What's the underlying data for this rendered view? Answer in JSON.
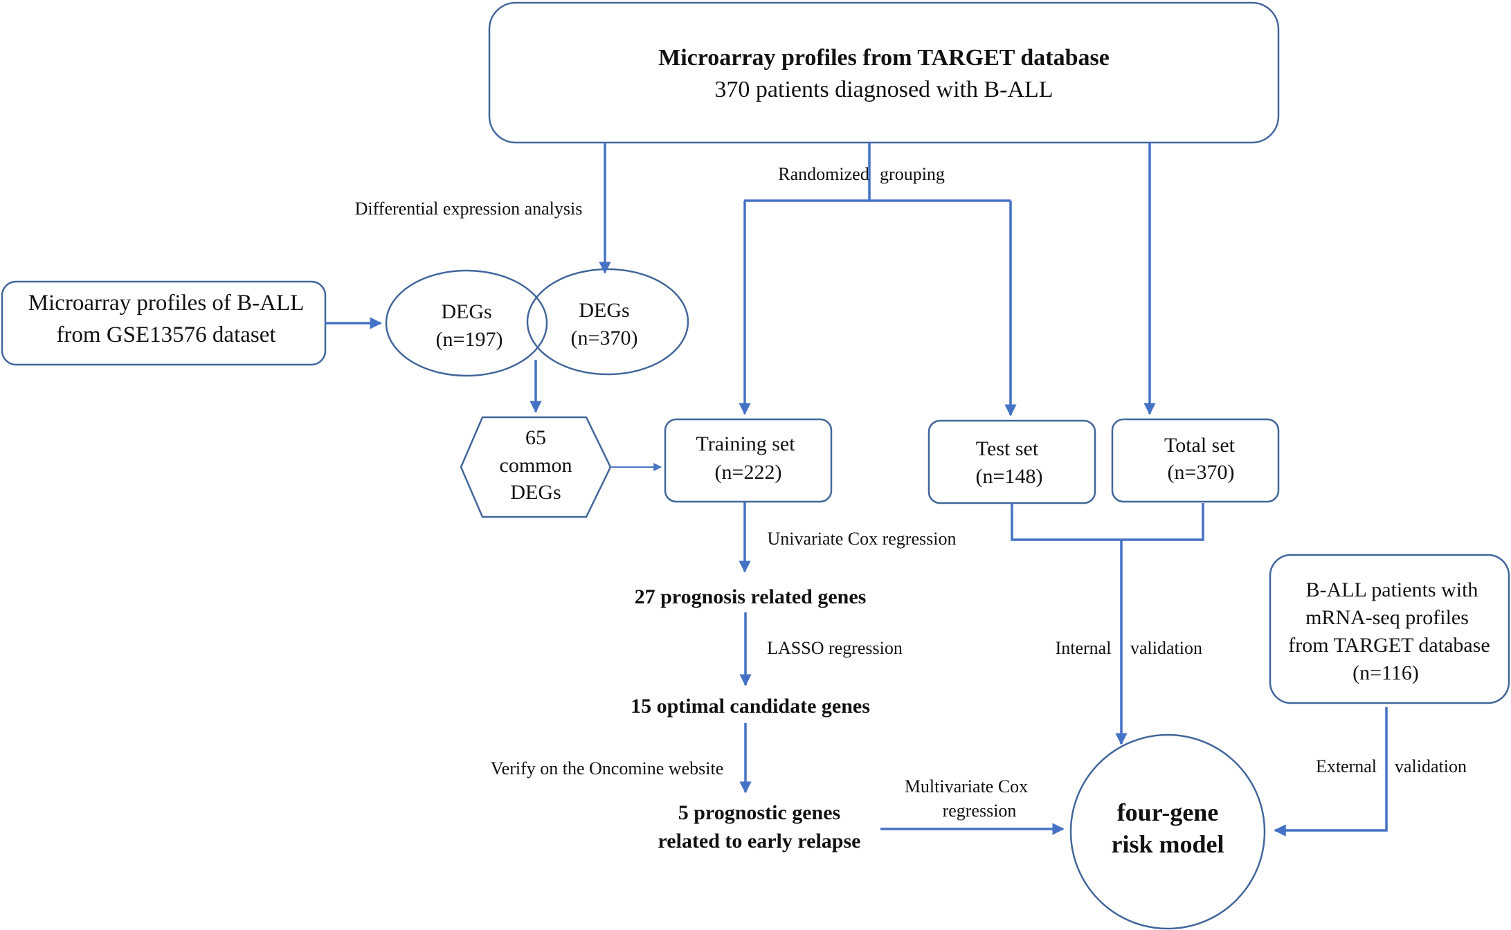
{
  "top_box": {
    "title": "Microarray profiles from TARGET database",
    "subtitle": "370 patients diagnosed with B-ALL"
  },
  "gse_box": {
    "line1": "Microarray profiles of B-ALL",
    "line2": "from  GSE13576 dataset"
  },
  "venn": {
    "left": {
      "label": "DEGs",
      "count": "(n=197)"
    },
    "right": {
      "label": "DEGs",
      "count": "(n=370)"
    }
  },
  "common_degs": {
    "line1": "65",
    "line2": "common",
    "line3": "DEGs"
  },
  "training_set": {
    "label": "Training set",
    "count": "(n=222)"
  },
  "test_set": {
    "label": "Test set",
    "count": "(n=148)"
  },
  "total_set": {
    "label": "Total set",
    "count": "(n=370)"
  },
  "external_box": {
    "line1": "B-ALL patients with",
    "line2": "mRNA-seq profiles",
    "line3": "from TARGET database",
    "line4": "(n=116)"
  },
  "risk_model": {
    "line1": "four-gene",
    "line2": "risk model"
  },
  "steps": {
    "prognosis": "27 prognosis related genes",
    "optimal": "15 optimal candidate genes",
    "prognostic_line1": "5 prognostic genes",
    "prognostic_line2": "related to early relapse"
  },
  "edge_labels": {
    "randomized": "Randomized",
    "grouping": "grouping",
    "differential": "Differential expression analysis",
    "univariate": "Univariate Cox regression",
    "lasso": "LASSO regression",
    "verify": "Verify on the Oncomine website",
    "multivariate_line1": "Multivariate Cox",
    "multivariate_line2": "regression",
    "internal": "Internal",
    "internal_validation": "validation",
    "external": "External",
    "external_validation": "validation"
  },
  "colors": {
    "node_stroke": "#41669a",
    "arrow": "#4472c4",
    "text": "#111111"
  }
}
